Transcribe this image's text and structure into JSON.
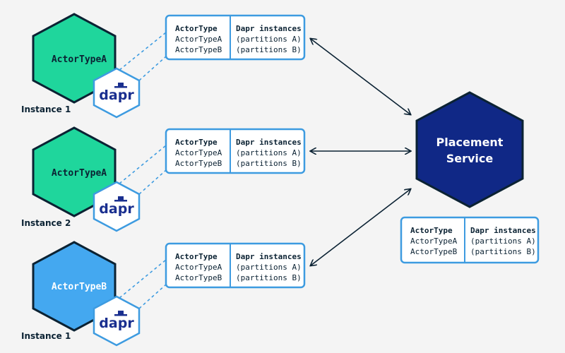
{
  "instances": [
    {
      "actor": "ActorTypeA",
      "label": "Instance 1",
      "table": {
        "col1_header": "ActorType",
        "col2_header": "Dapr instances",
        "rows": [
          [
            "ActorTypeA",
            "(partitions A)"
          ],
          [
            "ActorTypeB",
            "(partitions B)"
          ]
        ]
      }
    },
    {
      "actor": "ActorTypeA",
      "label": "Instance 2",
      "table": {
        "col1_header": "ActorType",
        "col2_header": "Dapr instances",
        "rows": [
          [
            "ActorTypeA",
            "(partitions A)"
          ],
          [
            "ActorTypeB",
            "(partitions B)"
          ]
        ]
      }
    },
    {
      "actor": "ActorTypeB",
      "label": "Instance 1",
      "table": {
        "col1_header": "ActorType",
        "col2_header": "Dapr instances",
        "rows": [
          [
            "ActorTypeA",
            "(partitions A)"
          ],
          [
            "ActorTypeB",
            "(partitions B)"
          ]
        ]
      }
    }
  ],
  "dapr_logo": "dapr",
  "placement": {
    "line1": "Placement",
    "line2": "Service",
    "table": {
      "col1_header": "ActorType",
      "col2_header": "Dapr instances",
      "rows": [
        [
          "ActorTypeA",
          "(partitions A)"
        ],
        [
          "ActorTypeB",
          "(partitions B)"
        ]
      ]
    }
  },
  "colors": {
    "actor_a": "#1fd69c",
    "actor_b": "#44a8f0",
    "placement": "#102886",
    "border": "#3d9be0",
    "dark": "#0b2233"
  }
}
